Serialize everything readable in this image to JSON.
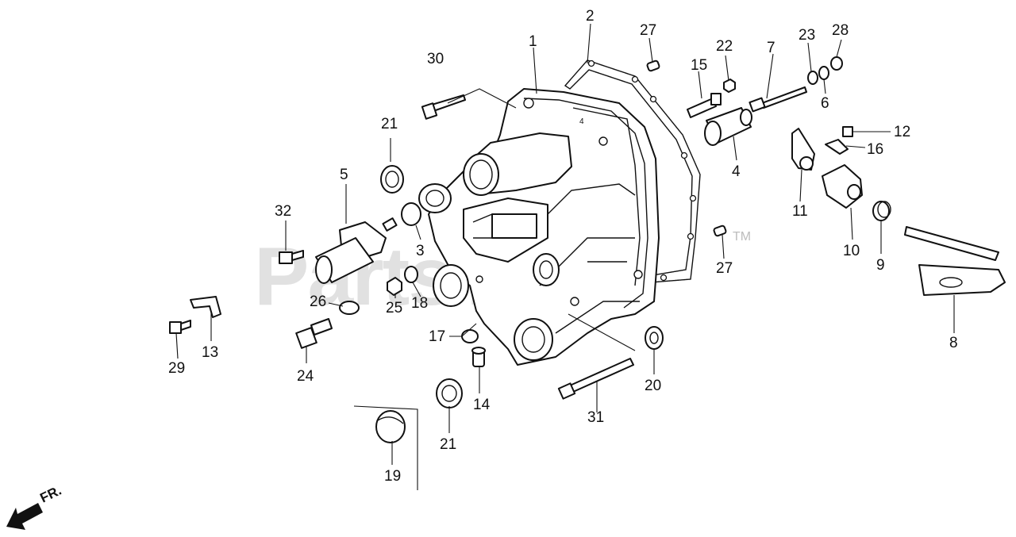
{
  "watermark": {
    "text": "PartsTree",
    "trademark": "TM"
  },
  "orientation": {
    "label": "FR."
  },
  "callouts": [
    "1",
    "2",
    "3",
    "4",
    "5",
    "6",
    "7",
    "8",
    "9",
    "10",
    "11",
    "12",
    "13",
    "14",
    "15",
    "16",
    "17",
    "18",
    "19",
    "20",
    "21",
    "21",
    "22",
    "23",
    "24",
    "25",
    "26",
    "27",
    "27",
    "28",
    "29",
    "30",
    "31",
    "32"
  ]
}
